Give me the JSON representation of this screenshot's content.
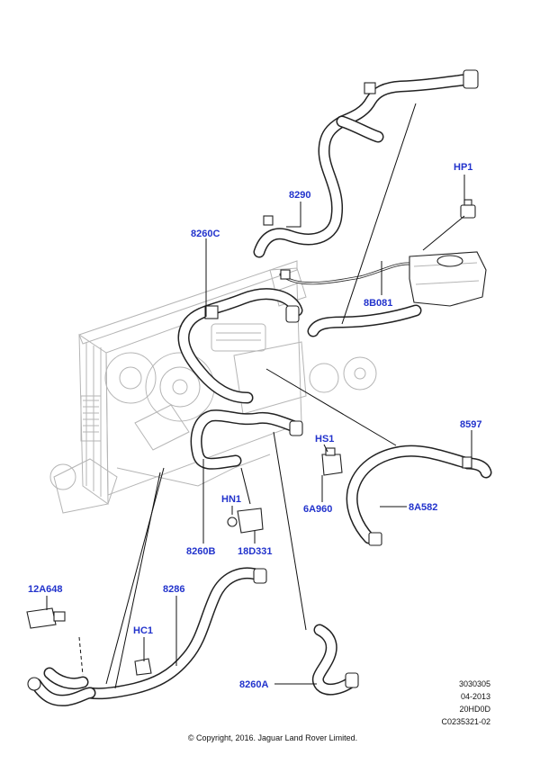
{
  "callouts": {
    "p8290": "8290",
    "hp1": "HP1",
    "p8260c": "8260C",
    "p8b081": "8B081",
    "p8597": "8597",
    "hs1": "HS1",
    "p6a960": "6A960",
    "p8a582": "8A582",
    "hn1": "HN1",
    "p8260b": "8260B",
    "p18d331": "18D331",
    "p12a648": "12A648",
    "p8286": "8286",
    "hc1": "HC1",
    "p8260a": "8260A"
  },
  "meta": {
    "line1": "3030305",
    "line2": "04-2013",
    "line3": "20HD0D",
    "line4": "C0235321-02"
  },
  "copyright": "© Copyright, 2016. Jaguar Land Rover Limited.",
  "colors": {
    "callout": "#2233cc",
    "ink": "#222222",
    "engine": "#b5b5b5"
  }
}
